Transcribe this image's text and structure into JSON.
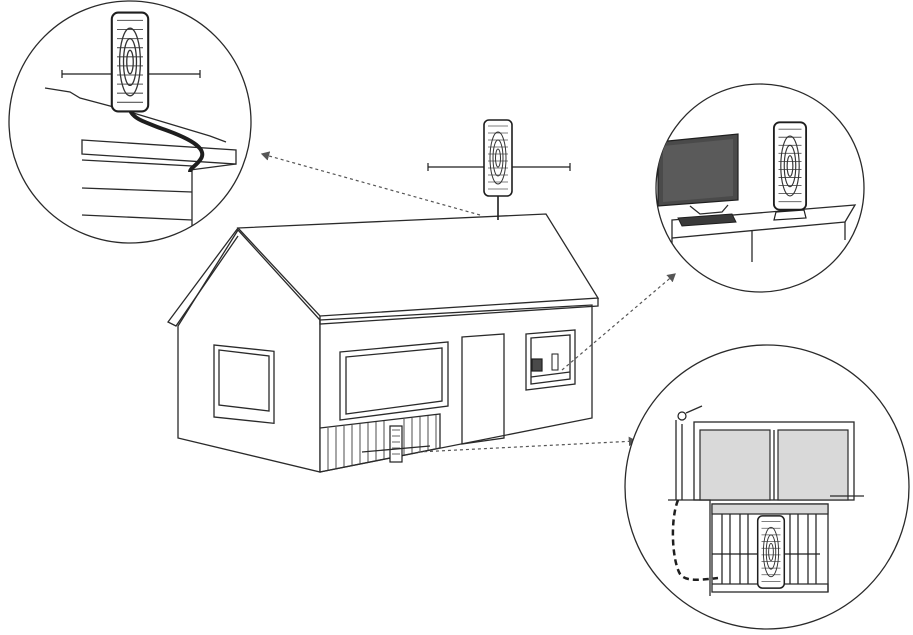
{
  "diagram": {
    "callouts": [
      {
        "id": "roof",
        "icon": "rooftop-antenna-icon"
      },
      {
        "id": "indoor",
        "icon": "tv-and-indoor-antenna-icon"
      },
      {
        "id": "attic",
        "icon": "attic-antenna-icon"
      }
    ],
    "colors": {
      "line": "#2a2a2a",
      "panel": "#d9d9d9",
      "tv": "#4a4a4a",
      "arrow": "#555555"
    }
  }
}
